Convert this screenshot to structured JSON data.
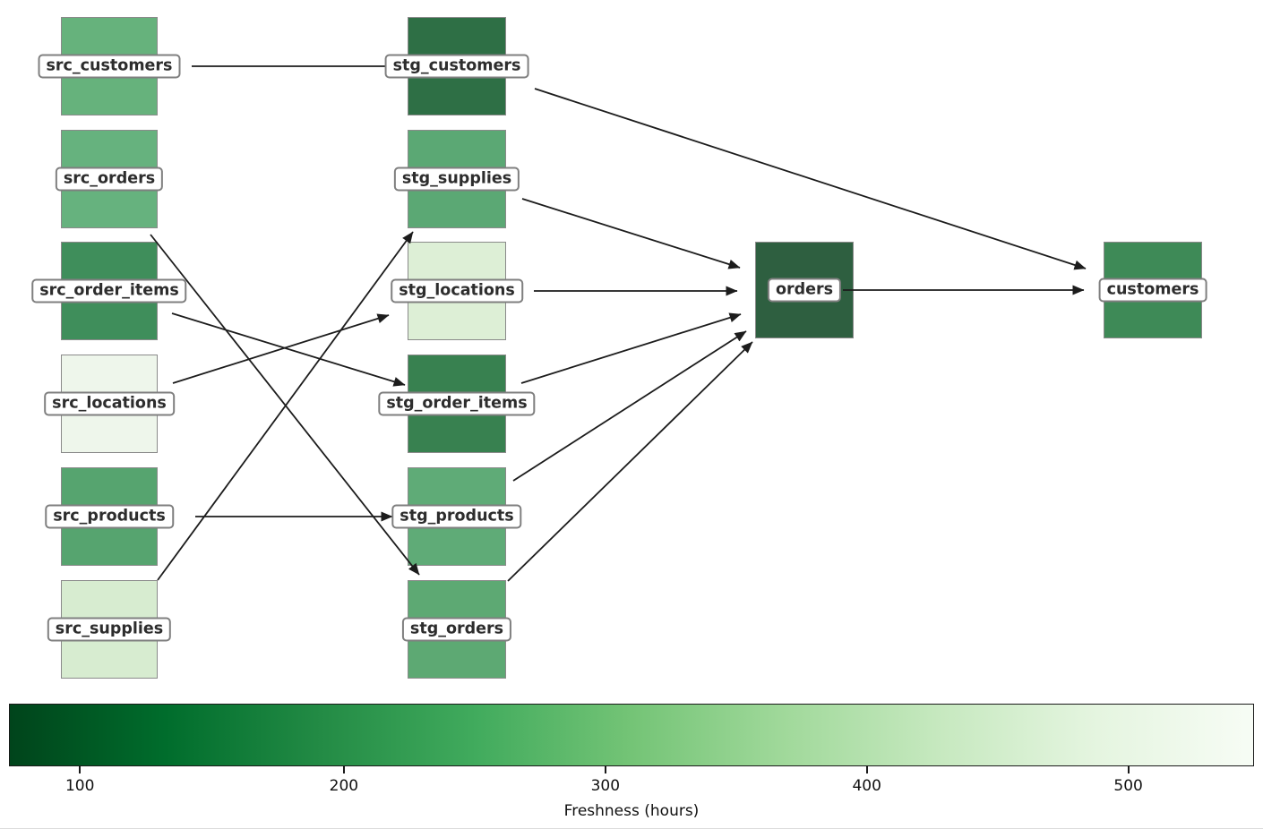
{
  "figure": {
    "background": "#ffffff"
  },
  "diagram": {
    "nodes": [
      {
        "id": "src_customers",
        "label": "src_customers",
        "color": "#66b27c"
      },
      {
        "id": "src_orders",
        "label": "src_orders",
        "color": "#66b27e"
      },
      {
        "id": "src_order_items",
        "label": "src_order_items",
        "color": "#3f8e5b"
      },
      {
        "id": "src_locations",
        "label": "src_locations",
        "color": "#eef6eb"
      },
      {
        "id": "src_products",
        "label": "src_products",
        "color": "#56a46f"
      },
      {
        "id": "src_supplies",
        "label": "src_supplies",
        "color": "#d7ecd0"
      },
      {
        "id": "stg_customers",
        "label": "stg_customers",
        "color": "#2e6f45"
      },
      {
        "id": "stg_supplies",
        "label": "stg_supplies",
        "color": "#5ba874"
      },
      {
        "id": "stg_locations",
        "label": "stg_locations",
        "color": "#ddefd6"
      },
      {
        "id": "stg_order_items",
        "label": "stg_order_items",
        "color": "#388150"
      },
      {
        "id": "stg_products",
        "label": "stg_products",
        "color": "#5fab77"
      },
      {
        "id": "stg_orders",
        "label": "stg_orders",
        "color": "#5da973"
      },
      {
        "id": "orders",
        "label": "orders",
        "color": "#2e5f40"
      },
      {
        "id": "customers",
        "label": "customers",
        "color": "#3e8a57"
      }
    ],
    "edges": [
      {
        "source": "src_customers",
        "target": "stg_customers"
      },
      {
        "source": "src_orders",
        "target": "stg_orders"
      },
      {
        "source": "src_order_items",
        "target": "stg_order_items"
      },
      {
        "source": "src_locations",
        "target": "stg_locations"
      },
      {
        "source": "src_products",
        "target": "stg_products"
      },
      {
        "source": "src_supplies",
        "target": "stg_supplies"
      },
      {
        "source": "stg_customers",
        "target": "customers"
      },
      {
        "source": "stg_supplies",
        "target": "orders"
      },
      {
        "source": "stg_locations",
        "target": "orders"
      },
      {
        "source": "stg_order_items",
        "target": "orders"
      },
      {
        "source": "stg_products",
        "target": "orders"
      },
      {
        "source": "stg_orders",
        "target": "orders"
      },
      {
        "source": "orders",
        "target": "customers"
      }
    ],
    "edge_color": "#1c1c1c",
    "node_border_color": "#8a8a8a",
    "label_text_color": "#2d2d2d",
    "label_border_color": "#7f7f7f",
    "label_background": "#ffffff"
  },
  "colorbar": {
    "label": "Freshness (hours)",
    "ticks": [
      "100",
      "200",
      "300",
      "400",
      "500"
    ],
    "gradient": [
      "#00441b",
      "#006d2c",
      "#238b45",
      "#41ab5d",
      "#74c476",
      "#a1d99b",
      "#c7e9c0",
      "#e5f5e0",
      "#f7fcf5"
    ]
  }
}
